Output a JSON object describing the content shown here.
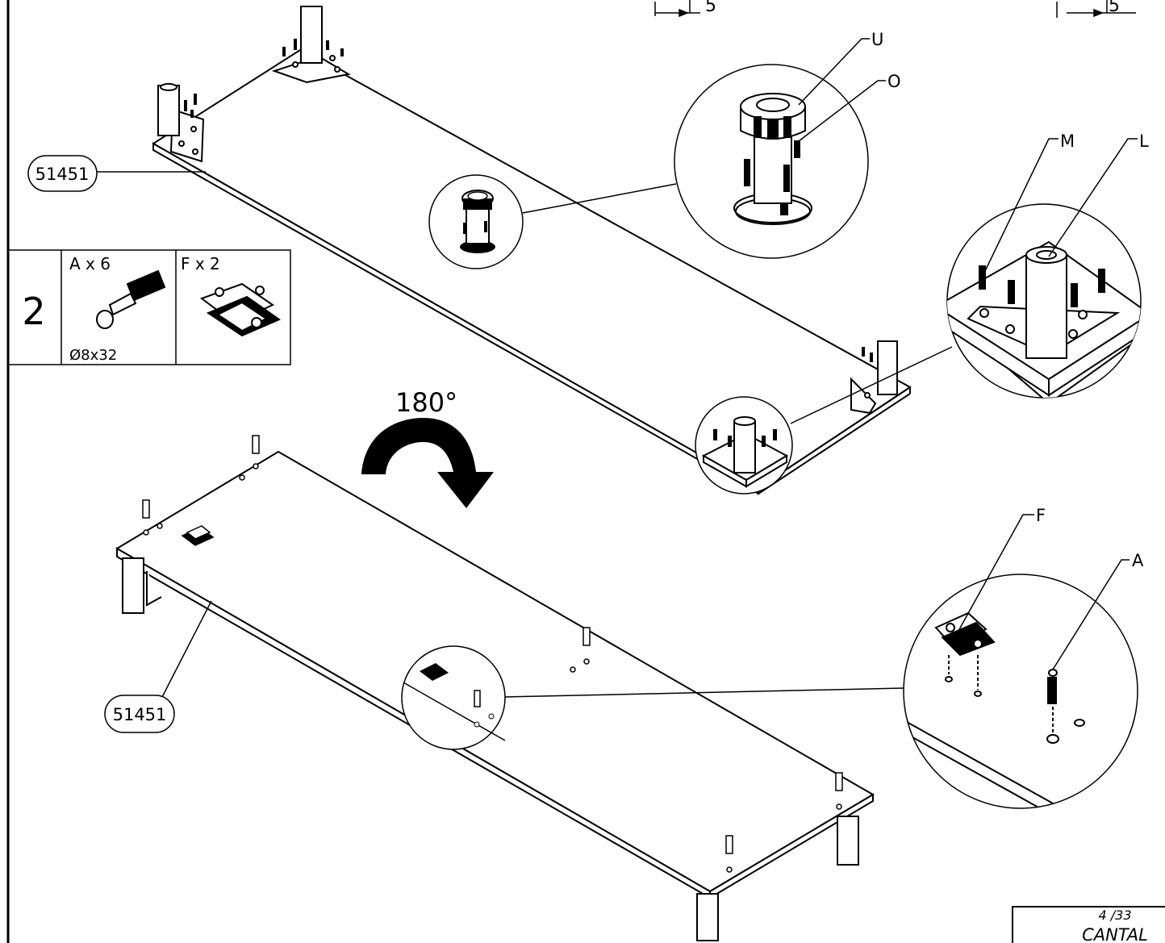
{
  "step": {
    "number": "2"
  },
  "parts": [
    {
      "label": "A x 6",
      "size": "Ø8x32",
      "icon": "wooden-dowel-icon"
    },
    {
      "label": "F x 2",
      "icon": "hinge-mounting-plate-icon"
    }
  ],
  "panel_labels": {
    "top": "51451",
    "bottom": "51451"
  },
  "rotation": {
    "text": "180°",
    "icon": "rotate-arrow-icon"
  },
  "callouts": {
    "U": "U",
    "O": "O",
    "M": "M",
    "L": "L",
    "F": "F",
    "A": "A"
  },
  "dimension_marks": {
    "left": "5",
    "right": "5"
  },
  "footer": {
    "page": "4 /33",
    "product": "CANTAL"
  },
  "colors": {
    "line": "#000000",
    "background": "#ffffff"
  }
}
